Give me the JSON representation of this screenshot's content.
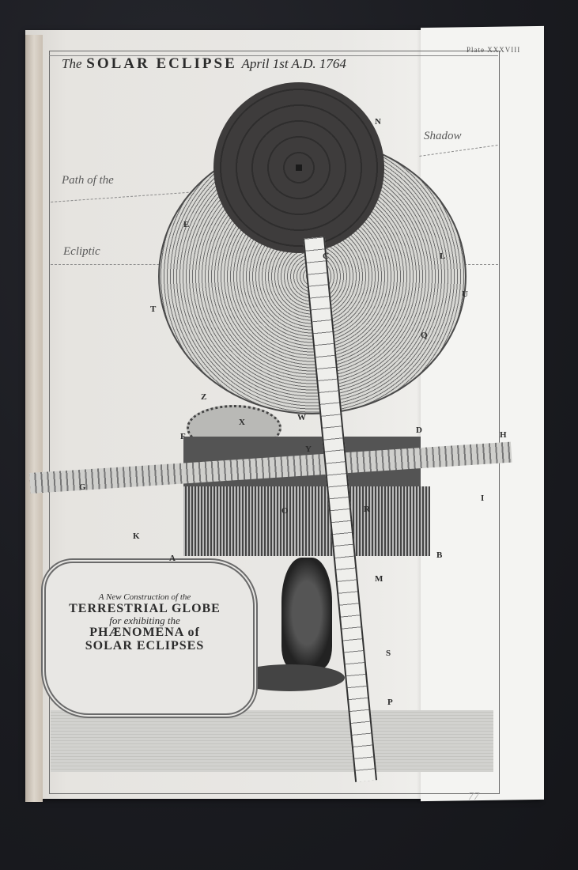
{
  "plate": {
    "title_prefix": "The",
    "title_main": "SOLAR ECLIPSE",
    "title_date": "April 1st A.D. 1764",
    "plate_number": "Plate XXXVIII",
    "path_label_left": "Path of the",
    "path_label_right": "Shadow",
    "ecliptic_label": "Ecliptic",
    "cartouche": {
      "line1": "A New Construction of the",
      "line2": "TERRESTRIAL GLOBE",
      "line3": "for exhibiting the",
      "line4": "PHÆNOMENA of",
      "line5": "SOLAR ECLIPSES"
    },
    "letters": {
      "N": "N",
      "T": "T",
      "U": "U",
      "Q": "Q",
      "C": "C",
      "L": "L",
      "Z": "Z",
      "X": "X",
      "W": "W",
      "F": "F",
      "Y": "Y",
      "D": "D",
      "H": "H",
      "G": "G",
      "I": "I",
      "O": "O",
      "R": "R",
      "K": "K",
      "A": "A",
      "B": "B",
      "M": "M",
      "S": "S",
      "P": "P",
      "E": "E"
    },
    "page_number": "77"
  },
  "colors": {
    "background": "#1c1d22",
    "paper": "#e9e8e5",
    "ink": "#2b2b2b",
    "disc": "#3a3838"
  }
}
